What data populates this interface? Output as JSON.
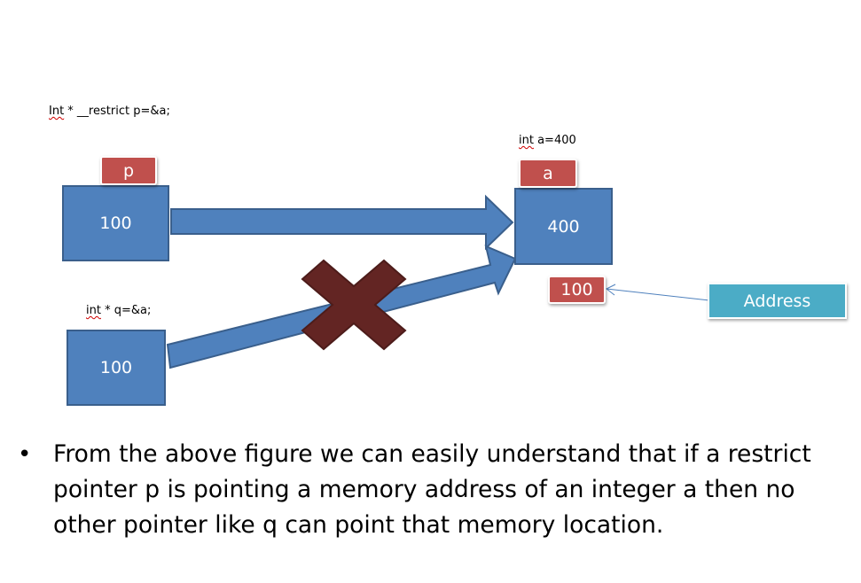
{
  "labels": {
    "restrict_decl_prefix": "Int",
    "restrict_decl_rest": " * __restrict p=&a;",
    "int_a_prefix": "int",
    "int_a_rest": " a=400",
    "int_q_prefix": "int",
    "int_q_rest": " * q=&a;"
  },
  "boxes": {
    "p_value": "100",
    "q_value": "100",
    "a_value": "400"
  },
  "tags": {
    "p": "p",
    "a": "a",
    "address_value": "100",
    "address_label": "Address"
  },
  "bullet": {
    "text": "From the above figure we can easily understand that if a restrict pointer p is pointing a memory address of an integer a then no other pointer like q can point that memory location."
  },
  "colors": {
    "box_blue": "#4f81bd",
    "tag_red": "#c0504d",
    "address_teal": "#4bacc6",
    "cross_maroon": "#632523"
  }
}
